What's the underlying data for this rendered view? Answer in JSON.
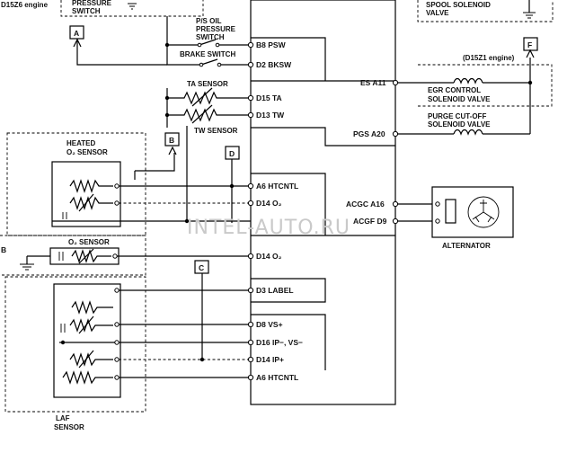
{
  "top": {
    "partial_left_note": "D15Z6 engine",
    "partial_pressure": "PRESSURE",
    "pressure_switch": "SWITCH",
    "spool_line1": "SPOOL SOLENOID",
    "spool_line2": "VALVE"
  },
  "connectors": {
    "a": "A",
    "b": "B",
    "c": "C",
    "d": "D",
    "f": "F"
  },
  "ecm_pins_left": [
    "B8 PSW",
    "D2 BKSW",
    "D15 TA",
    "D13 TW",
    "A6 HTCNTL",
    "D14 O₂",
    "D14 O₂",
    "D3 LABEL",
    "D8 VS+",
    "D16 IP−, VS−",
    "D14 IP+",
    "A6 HTCNTL"
  ],
  "ecm_pins_right": [
    "ES A11",
    "PGS A20",
    "ACGC A16",
    "ACGF D9"
  ],
  "components": {
    "ps_oil_line1": "P/S OIL",
    "ps_oil_line2": "PRESSURE",
    "ps_oil_line3": "SWITCH",
    "brake_switch": "BRAKE SWITCH",
    "ta_sensor": "TA SENSOR",
    "tw_sensor": "TW SENSOR",
    "heated_o2_line1": "HEATED",
    "heated_o2_line2": "O₂ SENSOR",
    "o2_sensor": "O₂ SENSOR",
    "laf_line1": "LAF",
    "laf_line2": "SENSOR",
    "d15z1_note": "(D15Z1 engine)",
    "egr_line1": "EGR CONTROL",
    "egr_line2": "SOLENOID VALVE",
    "purge_line1": "PURGE CUT-OFF",
    "purge_line2": "SOLENOID VALVE",
    "alternator": "ALTERNATOR"
  },
  "watermark": "INTEL-AUTO.RU"
}
